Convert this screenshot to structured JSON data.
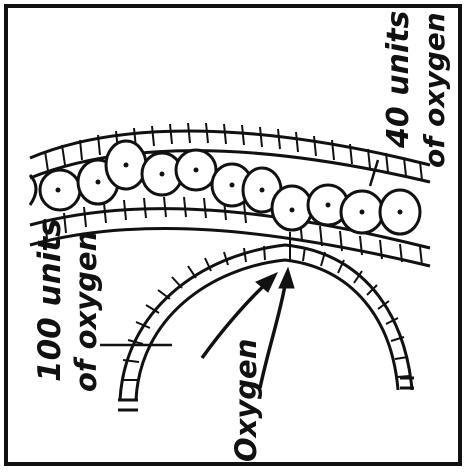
{
  "labels": {
    "label_100_line1": "100 units",
    "label_100_line2": "of oxygen",
    "label_40_line1": "40 units",
    "label_40_line2": "of oxygen",
    "label_oxygen": "Oxygen"
  },
  "colors": {
    "ink": "#111111",
    "paper": "#ffffff"
  }
}
